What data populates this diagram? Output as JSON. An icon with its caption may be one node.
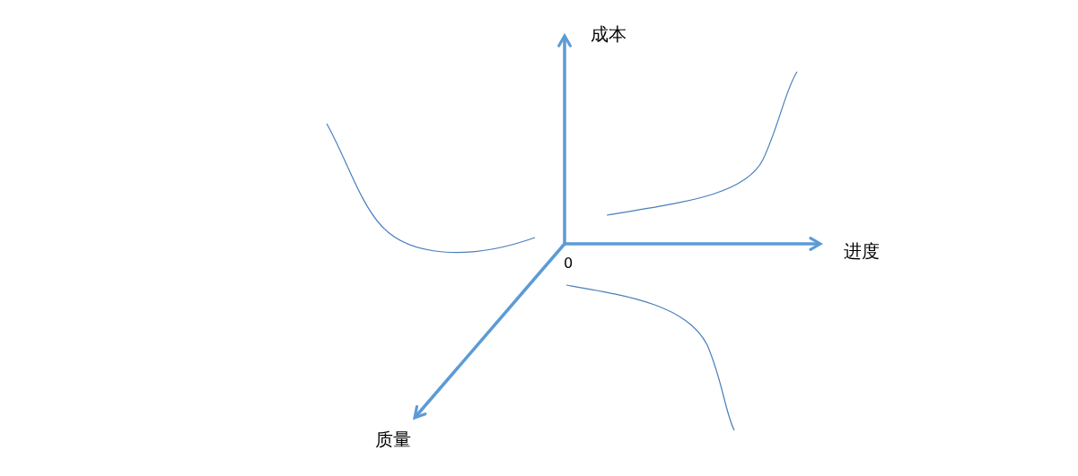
{
  "diagram": {
    "labels": [
      "成本",
      "进度",
      "0",
      "质量"
    ]
  }
}
